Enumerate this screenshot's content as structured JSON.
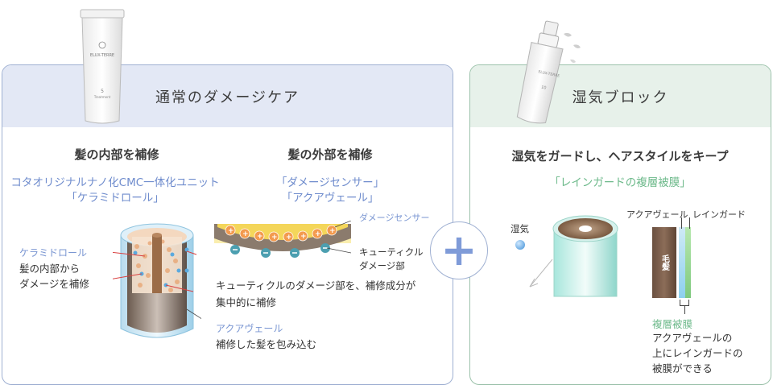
{
  "left_panel": {
    "title": "通常のダメージケア",
    "inner": {
      "heading": "髪の内部を補修",
      "subtitle_line1": "コタオリジナルナノ化CMC一体化ユニット",
      "subtitle_line2": "「ケラミドロール」",
      "label_ceramide": "ケラミドロール",
      "desc_line1": "髪の内部から",
      "desc_line2": "ダメージを補修",
      "label_aqua": "アクアヴェール",
      "aqua_desc": "補修した髪を包み込む"
    },
    "outer": {
      "heading": "髪の外部を補修",
      "subtitle_line1": "「ダメージセンサー」",
      "subtitle_line2": "「アクアヴェール」",
      "label_sensor": "ダメージセンサー",
      "label_cuticle_line1": "キューティクル",
      "label_cuticle_line2": "ダメージ部",
      "desc_line1": "キューティクルのダメージ部を、補修成分が",
      "desc_line2": "集中的に補修"
    }
  },
  "right_panel": {
    "title": "湿気ブロック",
    "heading": "湿気をガードし、ヘアスタイルをキープ",
    "subtitle": "「レインガードの複層被膜」",
    "label_moisture": "湿気",
    "label_aqua": "アクアヴェール",
    "label_rain": "レインガード",
    "hair_label": "毛髪",
    "label_multilayer": "複層被膜",
    "desc_line1": "アクアヴェールの",
    "desc_line2": "上にレインガードの",
    "desc_line3": "被膜ができる"
  },
  "product_tube": {
    "brand": "ELUX-TERRE",
    "number": "5",
    "type": "Treatment"
  },
  "product_spray": {
    "brand": "ELUX-TERRE",
    "number": "10"
  },
  "plus_symbol": "+",
  "colors": {
    "blue_accent": "#6f8ccd",
    "green_accent": "#6cb98a",
    "left_header_bg": "#e3e8f5",
    "right_header_bg": "#e7f1ea",
    "sensor_yellow": "#f4d65a",
    "plus_blue": "#7f9bd8"
  }
}
